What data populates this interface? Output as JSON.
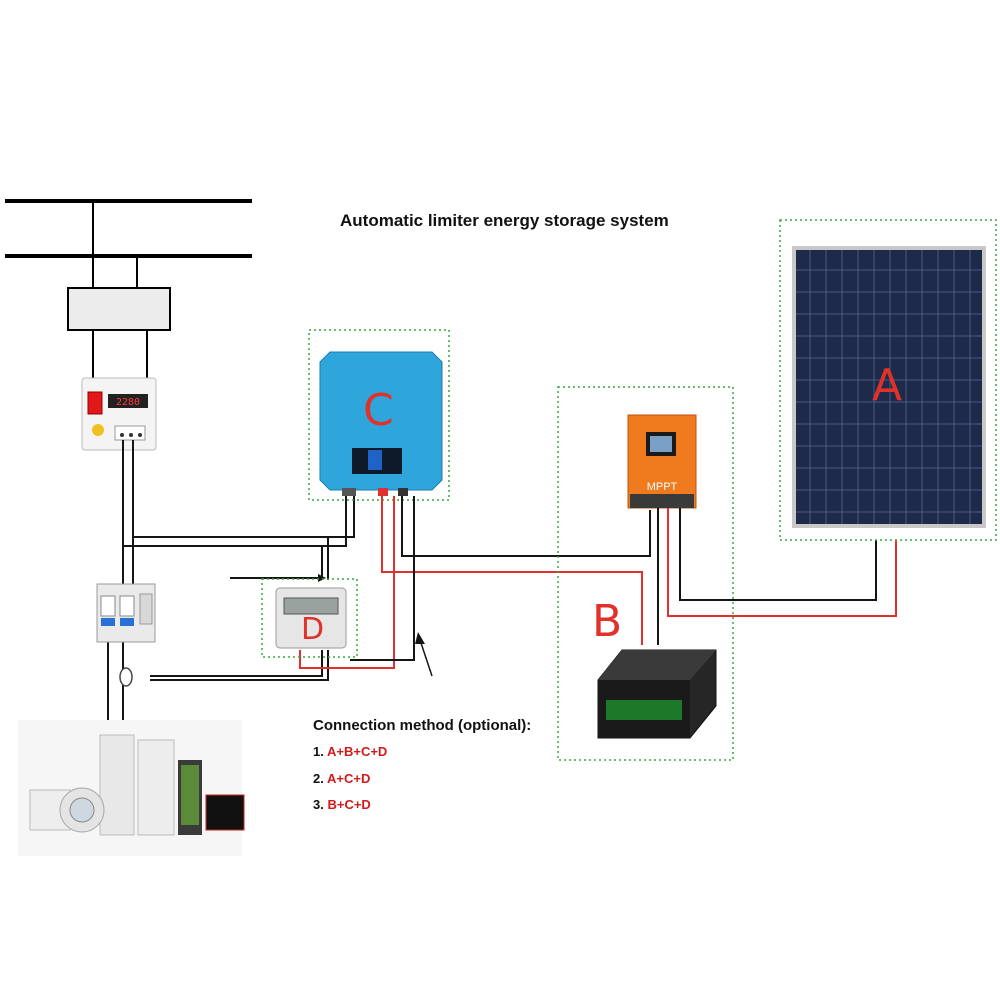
{
  "title": "Automatic limiter  energy storage system",
  "labels": {
    "a": "A",
    "b": "B",
    "c": "C",
    "d": "D"
  },
  "controller_label": "MPPT",
  "connection": {
    "heading": "Connection method  (optional):",
    "options": [
      {
        "num": "1.",
        "value": "A+B+C+D"
      },
      {
        "num": "2.",
        "value": "A+C+D"
      },
      {
        "num": "3.",
        "value": "B+C+D"
      }
    ]
  },
  "meter_display": "2280",
  "colors": {
    "red_wire": "#e03030",
    "black_wire": "#151515",
    "box_green": "#3aa63a",
    "label_red": "#e0322a",
    "inverter_blue": "#2ea6db",
    "controller_orange": "#f07a1e"
  }
}
